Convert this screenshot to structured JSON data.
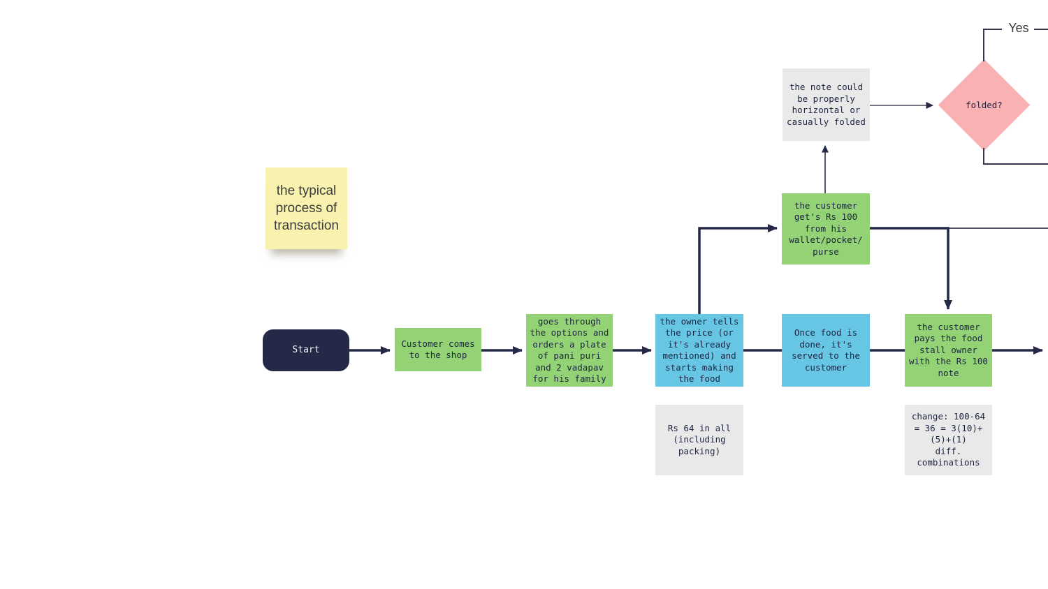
{
  "palette": {
    "navy": "#232947",
    "green": "#93d275",
    "blue": "#66c6e4",
    "pink": "#f9b1b4",
    "gray": "#e9e9ea",
    "sticky_yellow": "#f8f2ae"
  },
  "sticky_note": {
    "text": "the typical\nprocess of\ntransaction"
  },
  "labels": {
    "yes": "Yes"
  },
  "nodes": {
    "start": {
      "label": "Start"
    },
    "customer_comes": {
      "label": "Customer comes\nto the shop"
    },
    "goes_through": {
      "label": "goes through\nthe options and\norders a plate\nof pani puri\nand 2 vadapav\nfor his family"
    },
    "owner_tells_price": {
      "label": "the owner tells\nthe price (or\nit's already\nmentioned) and\nstarts making\nthe food"
    },
    "food_served": {
      "label": "Once food is\ndone, it's\nserved to the\ncustomer"
    },
    "customer_pays": {
      "label": "the customer\npays the food\nstall owner\nwith the Rs 100\nnote"
    },
    "gets_rs100": {
      "label": "the customer\nget's Rs 100\nfrom his\nwallet/pocket/\npurse"
    },
    "note_folded_desc": {
      "label": "the note could\nbe properly\nhorizontal or\ncasually folded"
    },
    "folded_decision": {
      "label": "folded?"
    },
    "price_note": {
      "label": "Rs 64 in all\n(including\npacking)"
    },
    "change_note": {
      "label": "change: 100-64\n= 36 = 3(10)+\n(5)+(1)\ndiff.\ncombinations"
    }
  }
}
